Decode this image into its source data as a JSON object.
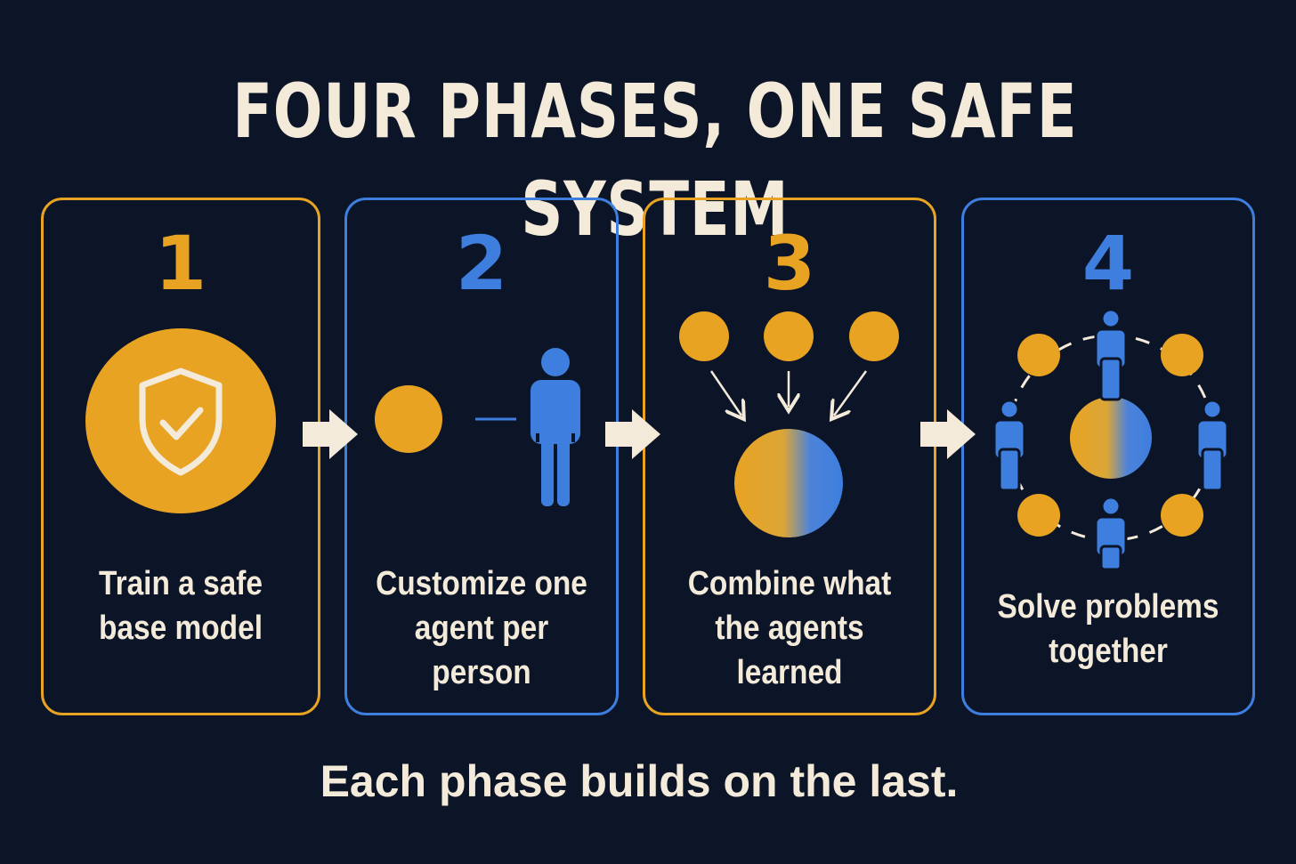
{
  "title": "FOUR PHASES, ONE SAFE SYSTEM",
  "colors": {
    "background": "#0c1427",
    "orange": "#e8a323",
    "blue": "#3d7ede",
    "text": "#f3ead9"
  },
  "phases": [
    {
      "number": "1",
      "label": "Train a safe\nbase model",
      "accent": "orange",
      "icon": "shield-check-icon"
    },
    {
      "number": "2",
      "label": "Customize one\nagent per\nperson",
      "accent": "blue",
      "icon": "agent-person-icon"
    },
    {
      "number": "3",
      "label": "Combine what\nthe agents\nlearned",
      "accent": "orange",
      "icon": "merge-agents-icon"
    },
    {
      "number": "4",
      "label": "Solve problems\ntogether",
      "accent": "blue",
      "icon": "collaboration-circle-icon"
    }
  ],
  "footer": "Each phase builds on the last."
}
